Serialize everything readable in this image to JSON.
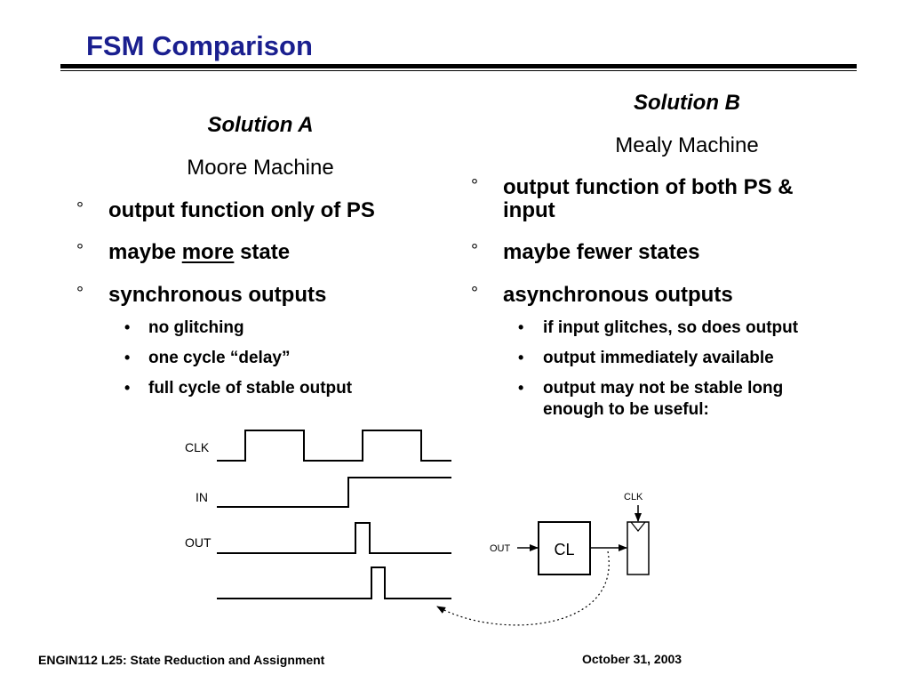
{
  "slide": {
    "title": "FSM Comparison"
  },
  "solution_a": {
    "heading": "Solution A",
    "subheading": "Moore Machine",
    "bullet_symbol": "°",
    "bullets": [
      {
        "text": "output function only of PS"
      },
      {
        "before": "maybe ",
        "underlined": "more",
        "after": " state"
      },
      {
        "text": "synchronous outputs"
      }
    ],
    "sub_bullet_symbol": "•",
    "sub_bullets": [
      "no glitching",
      "one cycle “delay”",
      "full cycle of stable output"
    ]
  },
  "solution_b": {
    "heading": "Solution B",
    "subheading": "Mealy Machine",
    "bullet_symbol": "°",
    "bullets": [
      {
        "line1": "output function of both PS &",
        "line2": "input"
      },
      {
        "text": "maybe fewer states"
      },
      {
        "text": "asynchronous outputs"
      }
    ],
    "sub_bullet_symbol": "•",
    "sub_bullets": [
      {
        "text": "if input glitches, so does output"
      },
      {
        "text": "output immediately available"
      },
      {
        "line1": "output may not be stable long",
        "line2": "enough to be useful:"
      }
    ]
  },
  "timing_diagram": {
    "signals": [
      "CLK",
      "IN",
      "OUT"
    ]
  },
  "circuit": {
    "block_label": "CL",
    "clock_label": "CLK",
    "output_label": "OUT"
  },
  "footer": {
    "course": "ENGIN112  L25: State Reduction and Assignment",
    "date": "October 31, 2003"
  }
}
